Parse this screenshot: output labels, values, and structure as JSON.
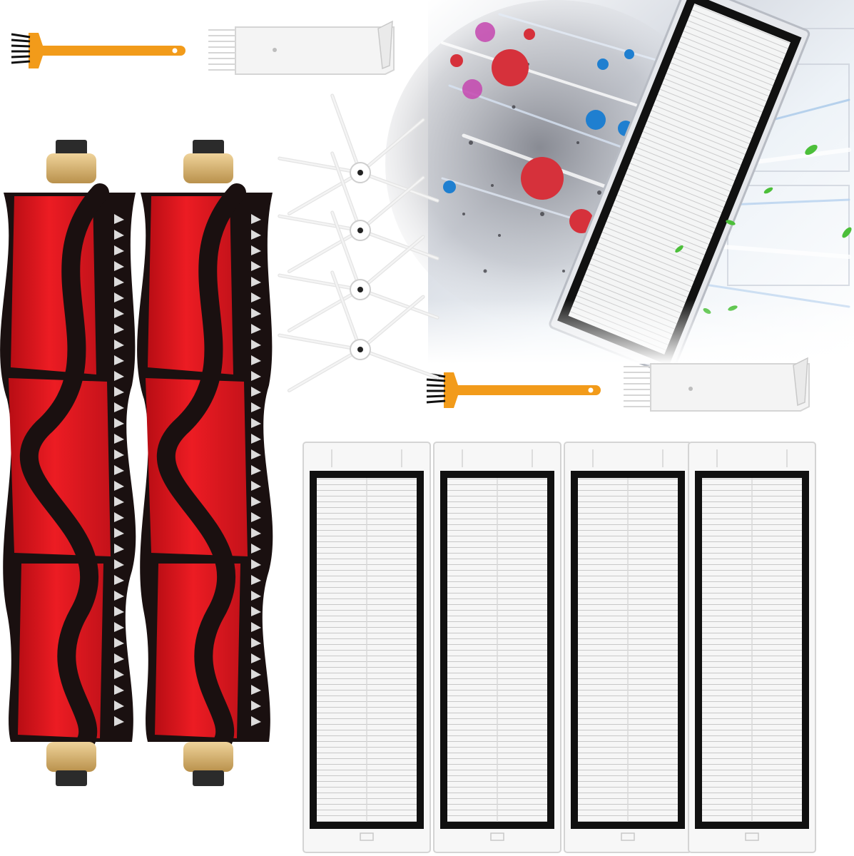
{
  "image": {
    "kind": "product-photo",
    "background": "#ffffff",
    "contents": {
      "main_brushes": 2,
      "side_brushes": 4,
      "filters": 4,
      "cleaning_brushes": 2,
      "cleaning_combs": 2
    },
    "colors": {
      "brush_red": "#e8191f",
      "brush_bristle": "#1a1010",
      "brush_cap": "#d9b56e",
      "tool_orange": "#f29b1a",
      "filter_frame": "#101010",
      "filter_media": "#f3f3f3",
      "filter_housing": "#f7f7f7",
      "side_brush": "#f4f4f4",
      "airflow_blue": "#a9c9ea",
      "leaf_green": "#4cbf3a",
      "germ_red": "#d6313b",
      "germ_blue": "#1f7fd0",
      "germ_magenta": "#c547b0"
    }
  }
}
